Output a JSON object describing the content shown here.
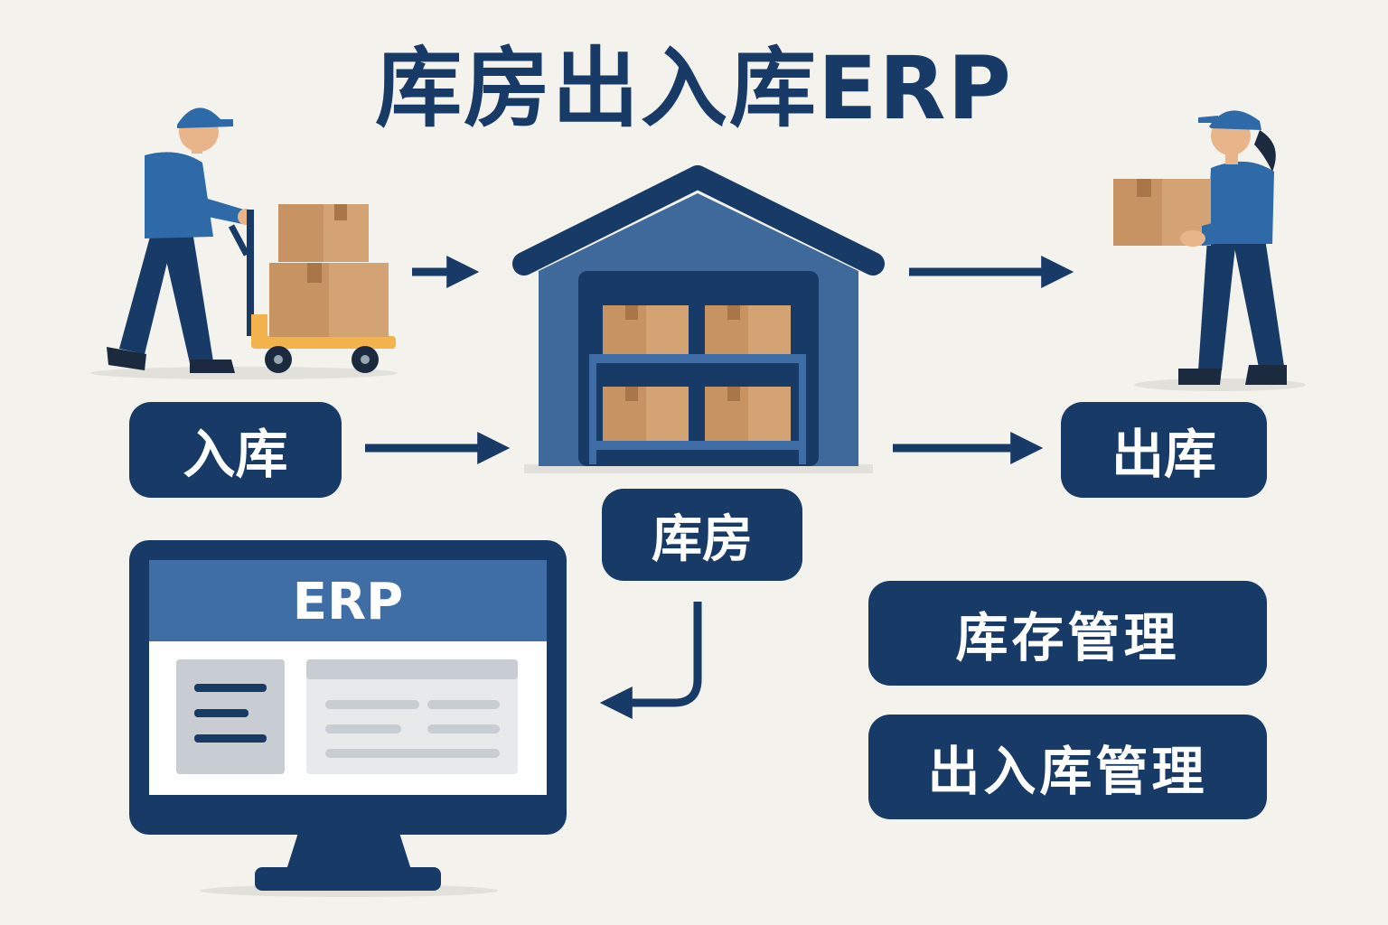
{
  "title": "库房出入库ERP",
  "labels": {
    "inbound": "入库",
    "outbound": "出库",
    "warehouse": "库房",
    "inventory_management": "库存管理",
    "io_management": "出入库管理"
  },
  "erp_screen": {
    "header": "ERP"
  },
  "colors": {
    "navy": "#183a66",
    "blue": "#2e5f93",
    "box": "#d4a373",
    "background": "#f4f2ed"
  }
}
